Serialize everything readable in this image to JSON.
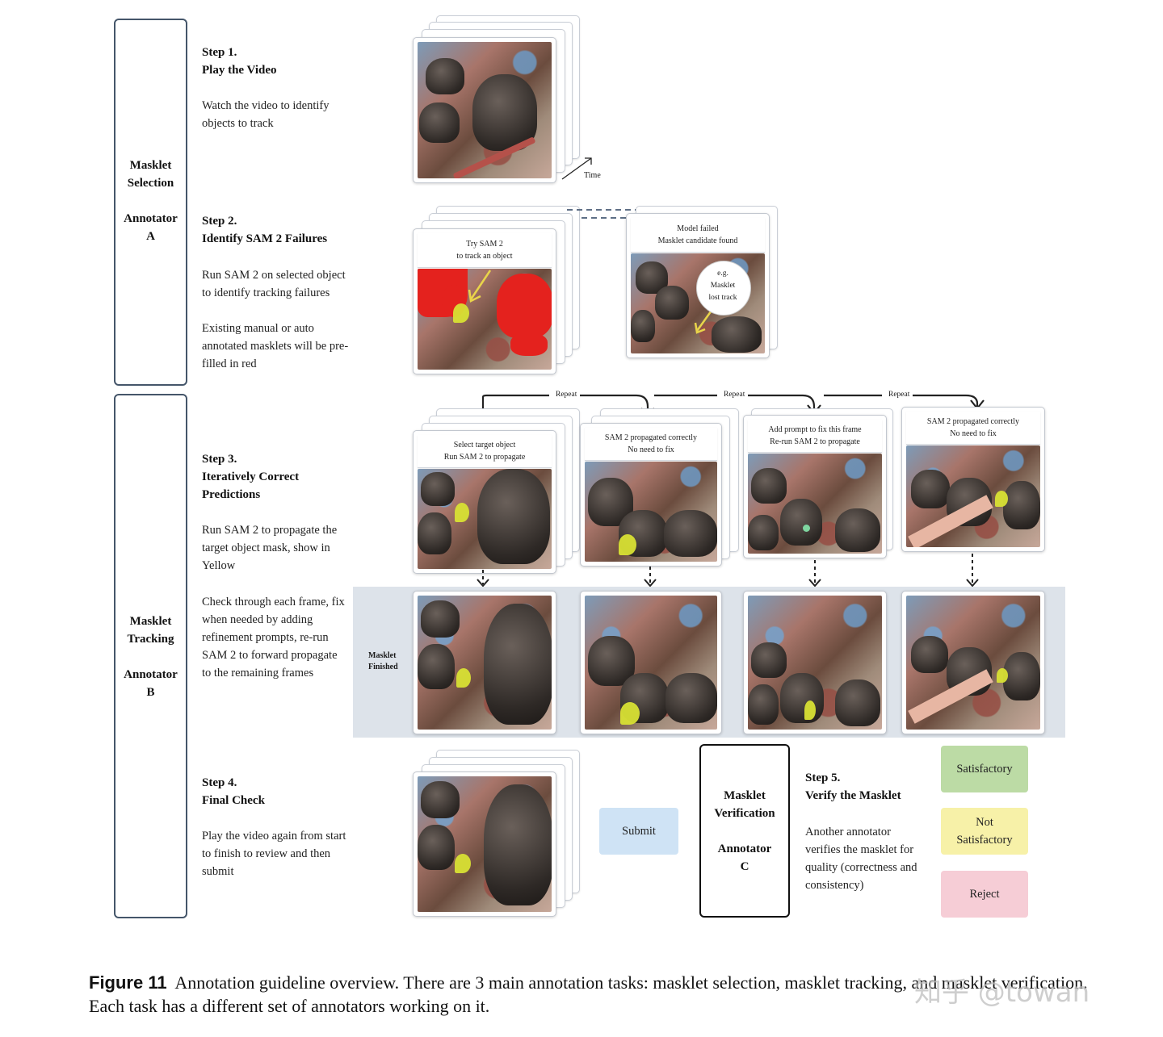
{
  "roles": {
    "selection": "Masklet\nSelection\n\nAnnotator\nA",
    "tracking": "Masklet\nTracking\n\nAnnotator\nB",
    "verification": "Masklet\nVerification\n\nAnnotator\nC"
  },
  "steps": {
    "s1_head": "Step 1.\nPlay the Video",
    "s1_body": "Watch the video to identify\nobjects to track",
    "s2_head": "Step 2.\nIdentify SAM 2 Failures",
    "s2_body1": "Run SAM 2 on selected object\nto identify tracking failures",
    "s2_body2": "Existing manual or auto\nannotated masklets will be pre-\nfilled in red",
    "s3_head": "Step 3.\nIteratively Correct\nPredictions",
    "s3_body1": "Run SAM 2 to propagate the\ntarget object mask, show in\nYellow",
    "s3_body2": "Check through each frame, fix\nwhen needed by adding\nrefinement prompts, re-run\nSAM 2 to forward propagate\nto the remaining frames",
    "s4_head": "Step 4.\nFinal Check",
    "s4_body": "Play the video again from start\nto finish to review and then\nsubmit",
    "s5_head": "Step 5.\nVerify the Masklet",
    "s5_body": "Another annotator\nverifies the masklet for\nquality (correctness and\nconsistency)"
  },
  "labels": {
    "time": "Time",
    "repeat": "Repeat",
    "try_sam": "Try SAM 2\nto track an object",
    "model_failed": "Model failed\nMasklet candidate found",
    "eg_lost": "e.g.\nMasklet\nlost track",
    "select_target": "Select target object\nRun SAM 2 to propagate",
    "propagated_ok": "SAM 2 propagated correctly\nNo need to fix",
    "add_prompt": "Add prompt to fix this frame\nRe-run SAM 2 to propagate",
    "masklet_finished": "Masklet\nFinished"
  },
  "buttons": {
    "submit": "Submit",
    "satisfactory": "Satisfactory",
    "not_satisfactory": "Not\nSatisfactory",
    "reject": "Reject"
  },
  "colors": {
    "submit": "#cfe3f5",
    "satisfactory": "#bcdba5",
    "not_satisfactory": "#f7f1a8",
    "reject": "#f6cdd6",
    "mask_yellow": "#d8e034",
    "mask_red": "#e4221e",
    "role_border": "#45566a"
  },
  "caption": {
    "fig": "Figure 11",
    "text": "Annotation guideline overview. There are 3 main annotation tasks: masklet selection, masklet tracking, and masklet verification. Each task has a different set of annotators working on it."
  },
  "watermark": "知乎 @towan"
}
